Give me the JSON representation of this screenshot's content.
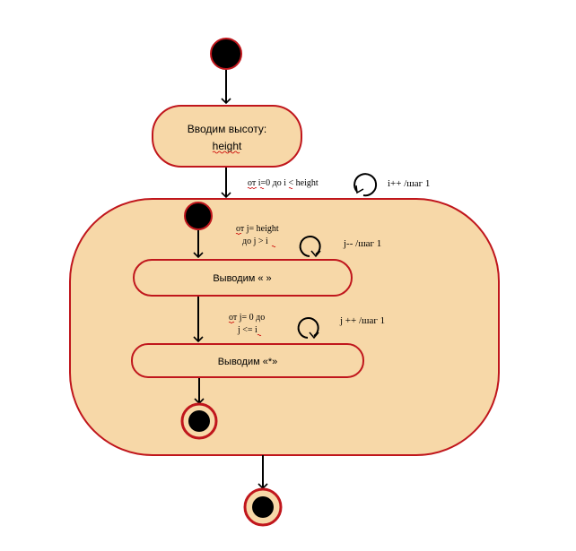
{
  "diagram": {
    "colors": {
      "fill": "#f7d8a8",
      "border": "#c0161c",
      "node": "#000000",
      "line": "#000000",
      "squiggle": "#cc0000"
    },
    "nodes": {
      "input_line1": "Вводим высоту:",
      "input_line2": "height",
      "print_space": "Выводим  « »",
      "print_star": "Выводим  «*»"
    },
    "guards": {
      "outer": "от i=0 до i < height",
      "outer_step": "i++ /шаг 1",
      "inner1_line1": "от j= height",
      "inner1_line2": "до  j > i",
      "inner1_step": "j-- /шаг 1",
      "inner2_line1": "от j= 0 до",
      "inner2_line2": "j <= i",
      "inner2_step": "j ++ /шаг 1"
    }
  }
}
